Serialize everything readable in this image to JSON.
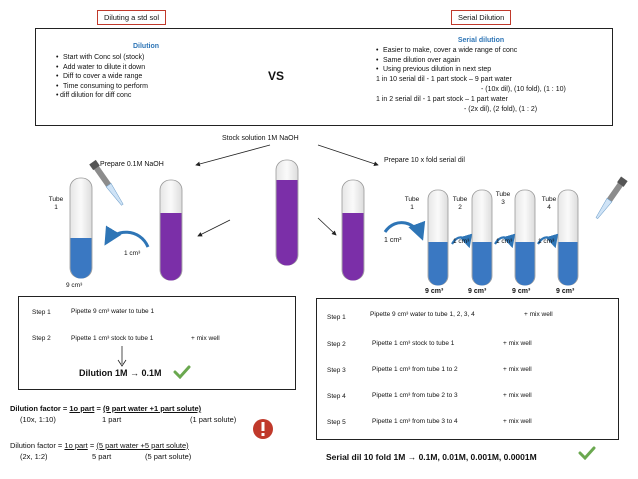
{
  "tags": {
    "left": "Diluting a std sol",
    "right": "Serial Dilution"
  },
  "top_left": {
    "title": "Dilution",
    "bullets": [
      "Start with Conc sol (stock)",
      "Add water to dilute it down",
      "Diff to cover a wide range",
      "Time consuming to perform",
      "diff  dilution for diff conc"
    ]
  },
  "vs": "VS",
  "top_right": {
    "title": "Serial dilution",
    "bullets": [
      "Easier to make, cover a wide range of conc",
      "Same dilution over again",
      "Using previous dilution in next step"
    ],
    "lines": [
      "1 in 10 serial dil -  1 part stock – 9 part water",
      "- (10x dil), (10 fold), (1 : 10)",
      "1 in 2 serial dil -  1 part stock – 1 part water",
      "- (2x dil), (2 fold), (1 : 2)"
    ]
  },
  "stock_label": "Stock solution 1M NaOH",
  "prepare_left": "Prepare 0.1M NaOH",
  "prepare_right": "Prepare 10 x fold serial dil",
  "left_diagram": {
    "tube1_label": [
      "Tube",
      "1"
    ],
    "volume_transfer": "1 cm³",
    "volume_water": "9 cm³"
  },
  "right_diagram": {
    "tubes": [
      {
        "label": [
          "Tube",
          "1"
        ],
        "volume": "9 cm³"
      },
      {
        "label": [
          "Tube",
          "2"
        ],
        "volume": "9 cm³"
      },
      {
        "label": [
          "Tube",
          "3"
        ],
        "volume": "9 cm³"
      },
      {
        "label": [
          "Tube",
          "4"
        ],
        "volume": "9 cm³"
      }
    ],
    "transfer_big": "1 cm³",
    "transfers": [
      "1 cm³",
      "1 cm³",
      "1 cm³"
    ]
  },
  "steps_left": [
    {
      "step": "Step 1",
      "text": "Pipette 9 cm³ water to tube 1",
      "extra": ""
    },
    {
      "step": "Step 2",
      "text": "Pipette 1 cm³ stock to tube 1",
      "extra": "+  mix well"
    }
  ],
  "dilution_result": "Dilution 1M → 0.1M",
  "factors": [
    {
      "label": "Dilution factor = ",
      "num": "1o part",
      "eq": " = ",
      "rhs": "(9 part water +1 part solute)",
      "sub_left": "(10x, 1:10)",
      "sub_mid": "1 part",
      "sub_right": "(1 part solute)"
    },
    {
      "label": "Dilution factor = ",
      "num": "1o part",
      "eq": " = ",
      "rhs": "(5 part water +5 part solute)",
      "sub_left": "(2x, 1:2)",
      "sub_mid": "5 part",
      "sub_right": "(5 part solute)"
    }
  ],
  "steps_right": [
    {
      "step": "Step 1",
      "text": "Pipette 9 cm³ water to tube 1, 2, 3, 4",
      "extra": "+   mix well"
    },
    {
      "step": "Step 2",
      "text": "Pipette 1 cm³ stock to tube 1",
      "extra": "+  mix well"
    },
    {
      "step": "Step 3",
      "text": "Pipette 1 cm³ from tube 1 to 2",
      "extra": "+  mix well"
    },
    {
      "step": "Step 4",
      "text": "Pipette 1 cm³ from tube 2 to 3",
      "extra": "+  mix well"
    },
    {
      "step": "Step 5",
      "text": "Pipette 1 cm³ from tube 3 to 4",
      "extra": "+  mix well"
    }
  ],
  "serial_result": "Serial dil 10 fold  1M → 0.1M, 0.01M, 0.001M, 0.0001M",
  "colors": {
    "blue_liquid": "#3a78c2",
    "purple_liquid": "#7b2fa8",
    "accent_blue": "#2e75b6",
    "red": "#c0392b",
    "check_green": "#6aa84f"
  }
}
